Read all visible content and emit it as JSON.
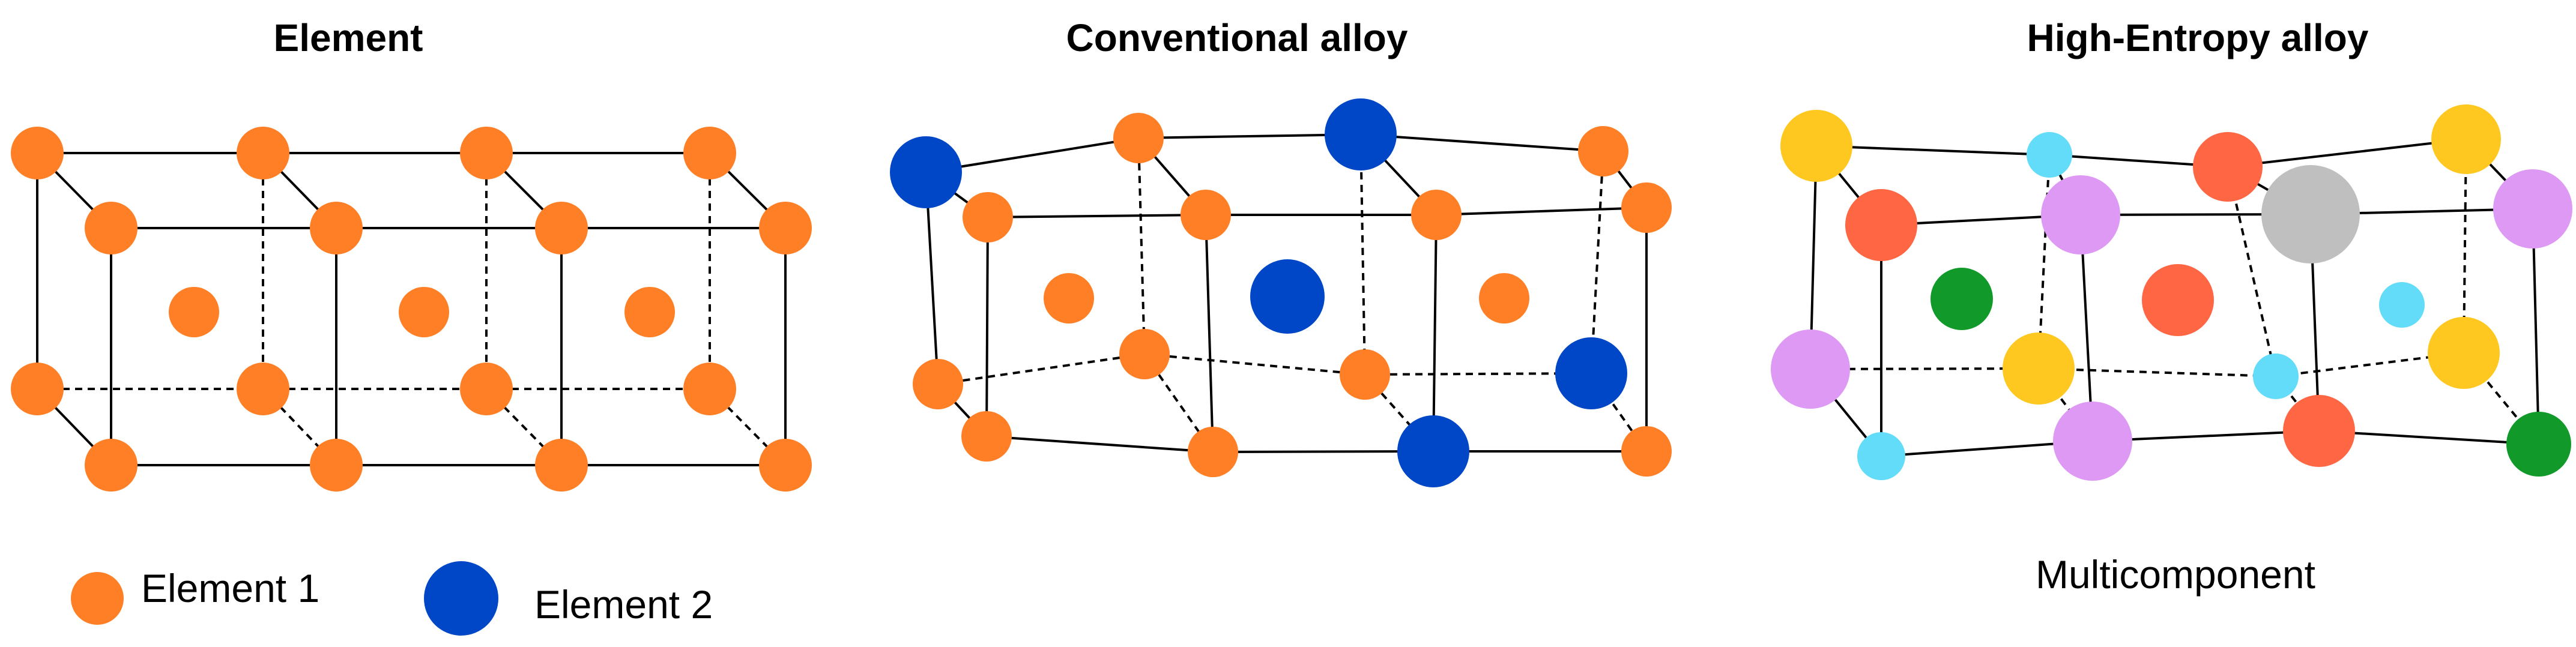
{
  "panels": [
    {
      "title": "Element"
    },
    {
      "title": "Conventional alloy"
    },
    {
      "title": "High-Entropy alloy",
      "subtitle": "Multicomponent"
    }
  ],
  "legend": [
    {
      "label": "Element 1",
      "color": "#ff7f27"
    },
    {
      "label": "Element 2",
      "color": "#0047c8"
    }
  ],
  "colors": {
    "element1": "#ff7f27",
    "element2": "#0047c8",
    "yellow": "#ffc820",
    "cyan": "#62dcf8",
    "red": "#ff6644",
    "violet": "#dd99f4",
    "gray": "#bfbfbf",
    "green": "#119a2a",
    "bond": "#000000"
  }
}
